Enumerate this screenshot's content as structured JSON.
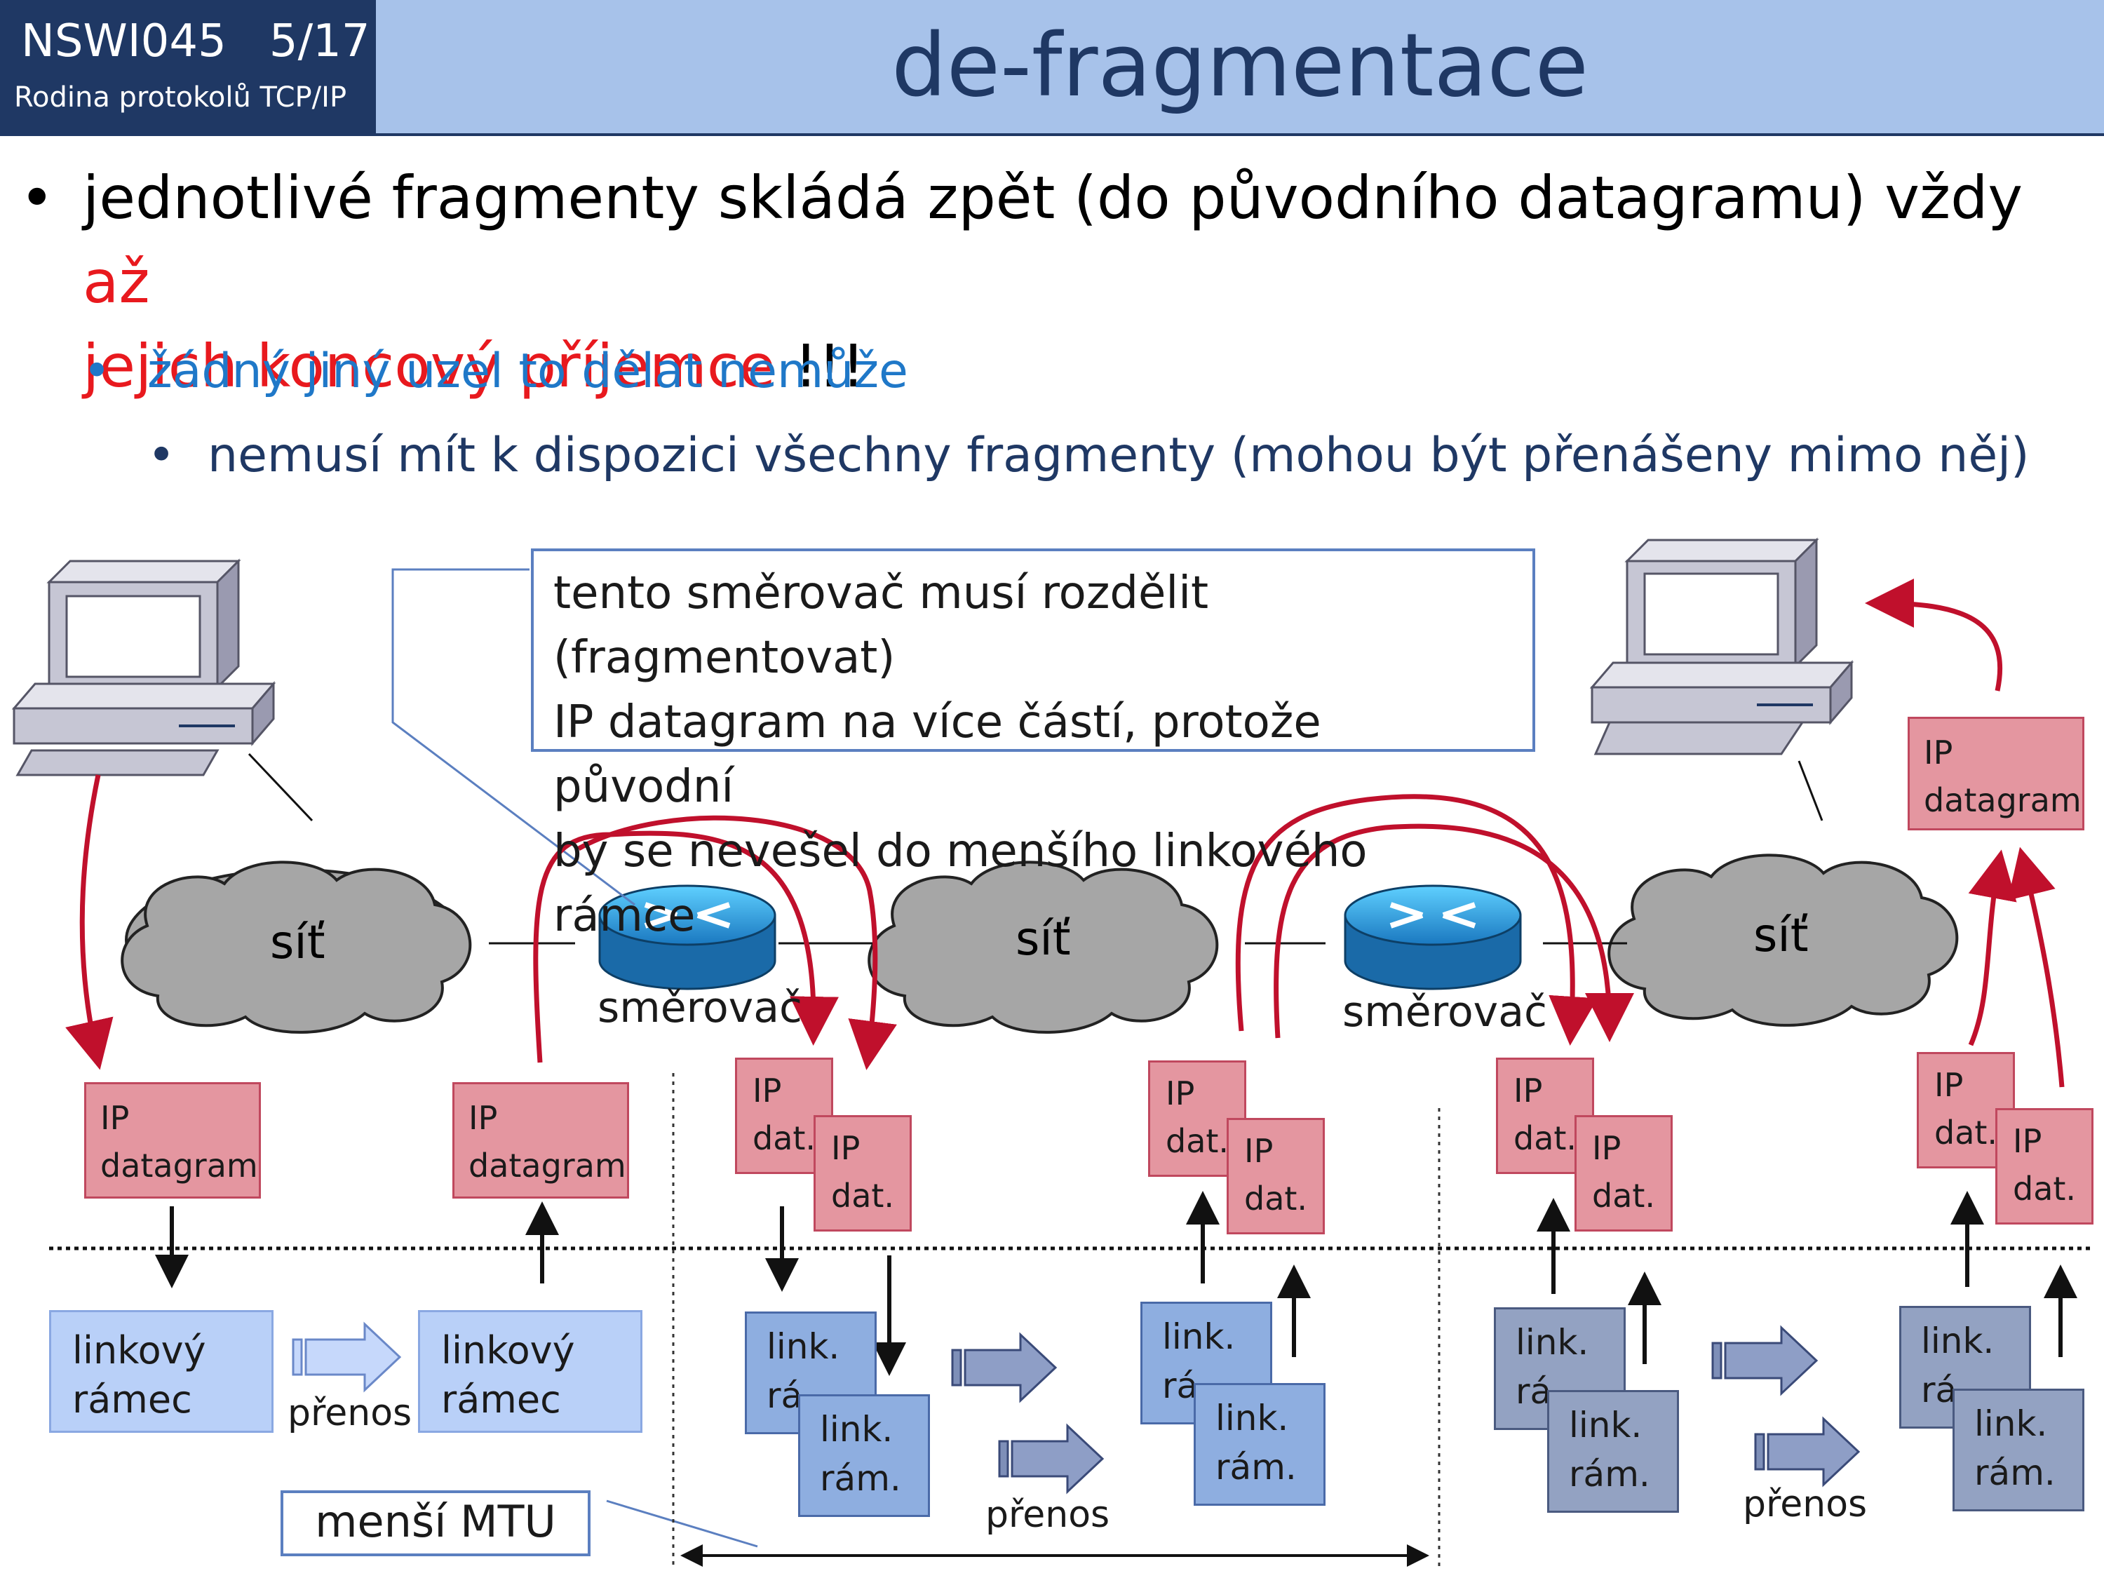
{
  "header": {
    "course_code": "NSWI045   5/17",
    "course_subtitle": "Rodina protokolů TCP/IP",
    "title": "de-fragmentace"
  },
  "bullets": {
    "b1_text": "jednotlivé fragmenty skládá zpět (do původního datagramu) vždy ",
    "b1_red_a": "až",
    "b1_red_b": "jejich koncový příjemce",
    "b1_tail": " !!!",
    "b2_text": "žádný jiný uzel to dělat nemůže",
    "b3_text": "nemusí mít k dispozici všechny fragmenty (mohou být přenášeny mimo něj)"
  },
  "callout": {
    "line1": "tento směrovač musí rozdělit (fragmentovat)",
    "line2": "IP datagram na více částí, protože původní",
    "line3": "by se nevešel do menšího linkového rámce"
  },
  "network": {
    "cloud_label": "síť",
    "router_label": "směrovač"
  },
  "packets": {
    "ip1": "IP",
    "ip2": "datagram",
    "dat": "dat.",
    "link1": "linkový",
    "link2": "rámec",
    "link_short": "link.",
    "ram_short": "rám.",
    "ram_partial": "rá",
    "transfer": "přenos"
  },
  "mtu_label": "menší MTU",
  "colors": {
    "header_bg": "#a7c2ea",
    "course_bg": "#1f3864",
    "accent_red": "#e8191e",
    "arrow_red": "#c0102c",
    "ip_fill": "#e496a0"
  }
}
